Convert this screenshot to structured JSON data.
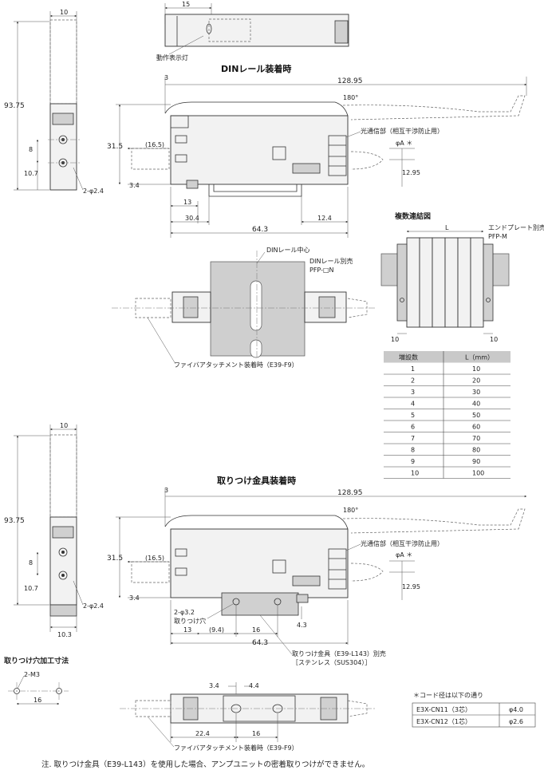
{
  "titles": {
    "din_mount": "DINレール装着時",
    "bracket_mount": "取りつけ金具装着時",
    "multi_connection": "複数連結図",
    "mounting_hole": "取りつけ穴加工寸法"
  },
  "labels": {
    "indicator": "動作表示灯",
    "optical_comm": "光通信部（相互干渉防止用）",
    "din_center": "DINレール中心",
    "din_rail_sold": "DINレール別売",
    "din_rail_model": "PFP-□N",
    "fiber_attach": "ファイバアタッチメント装着時（E39-F9）",
    "end_plate": "エンドプレート別売",
    "end_plate_model": "PFP-M",
    "mount_hole_label_1": "2-φ3.2",
    "mount_hole_label_2": "取りつけ穴",
    "bracket_sold": "取りつけ金具（E39-L143）別売",
    "bracket_material": "［ステンレス（SUS304）］",
    "m3": "2-M3",
    "phi_a": "φA ＊",
    "angle": "180°",
    "hole_dia": "2-φ2.4",
    "dim_L": "L"
  },
  "dims": {
    "d10": "10",
    "d15": "15",
    "d3": "3",
    "d128": "128.95",
    "d93": "93.75",
    "d8": "8",
    "d107": "10.7",
    "d315": "31.5",
    "d165": "(16.5)",
    "d34": "3.4",
    "d1295": "12.95",
    "d13": "13",
    "d304": "30.4",
    "d124": "12.4",
    "d643": "64.3",
    "d103": "10.3",
    "d94": "(9.4)",
    "d16": "16",
    "d43": "4.3",
    "d44": "4.4",
    "d224": "22.4"
  },
  "connection_table": {
    "headers": [
      "増設数",
      "L（mm）"
    ],
    "rows": [
      [
        "1",
        "10"
      ],
      [
        "2",
        "20"
      ],
      [
        "3",
        "30"
      ],
      [
        "4",
        "40"
      ],
      [
        "5",
        "50"
      ],
      [
        "6",
        "60"
      ],
      [
        "7",
        "70"
      ],
      [
        "8",
        "80"
      ],
      [
        "9",
        "90"
      ],
      [
        "10",
        "100"
      ]
    ]
  },
  "cord_table": {
    "title": "＊コード径は以下の通り",
    "rows": [
      [
        "E3X-CN11（3芯）",
        "φ4.0"
      ],
      [
        "E3X-CN12（1芯）",
        "φ2.6"
      ]
    ]
  },
  "note": "注. 取りつけ金具（E39-L143）を使用した場合、アンプユニットの密着取りつけができません。"
}
